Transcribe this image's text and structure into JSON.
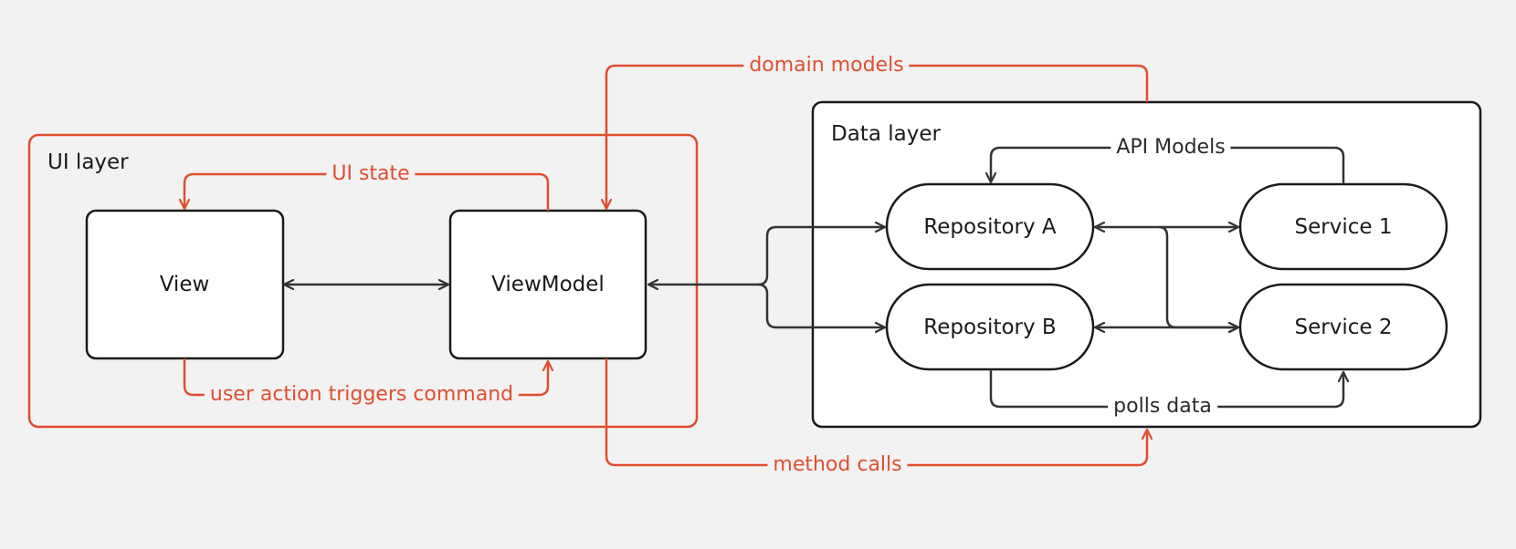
{
  "colors": {
    "background": "#f2f2f2",
    "ui_accent": "#e04e2f",
    "ink": "#1a1a1a",
    "arrow": "#333333"
  },
  "groups": {
    "ui_layer": "UI layer",
    "data_layer": "Data layer"
  },
  "nodes": {
    "view": "View",
    "viewmodel": "ViewModel",
    "repository_a": "Repository A",
    "repository_b": "Repository B",
    "service_1": "Service 1",
    "service_2": "Service 2"
  },
  "edges": {
    "domain_models": "domain models",
    "ui_state": "UI state",
    "user_action": "user action triggers command",
    "method_calls": "method calls",
    "api_models": "API Models",
    "polls_data": "polls data"
  }
}
